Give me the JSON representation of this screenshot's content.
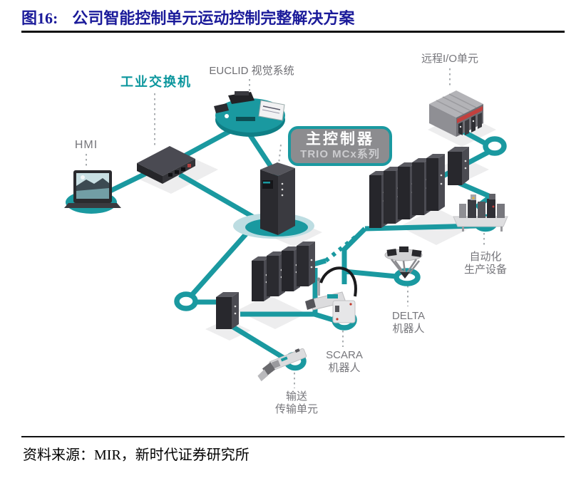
{
  "header": {
    "figure_label": "图16:",
    "title": "公司智能控制单元运动控制完整解决方案"
  },
  "footer": {
    "source": "资料来源：MIR，新时代证券研究所"
  },
  "colors": {
    "teal_line": "#1a99a0",
    "halo_light": "#bddde2",
    "title_blue": "#1b1b9a",
    "label_gray": "#76767b",
    "switch_label_teal": "#0b969d",
    "device_dark": "#28282d",
    "io_red_stripe": "#c2403e"
  },
  "diagram": {
    "labels": {
      "hmi": "HMI",
      "industrial_switch": "工业交换机",
      "euclid_vision": "EUCLID 视觉系统",
      "remote_io": "远程I/O单元",
      "controller_title": "主控制器",
      "controller_subtitle": "TRIO MCx系列",
      "automation_line1": "自动化",
      "automation_line2": "生产设备",
      "delta_line1": "DELTA",
      "delta_line2": "机器人",
      "scara_line1": "SCARA",
      "scara_line2": "机器人",
      "conveyor_line1": "输送",
      "conveyor_line2": "传输单元"
    }
  }
}
